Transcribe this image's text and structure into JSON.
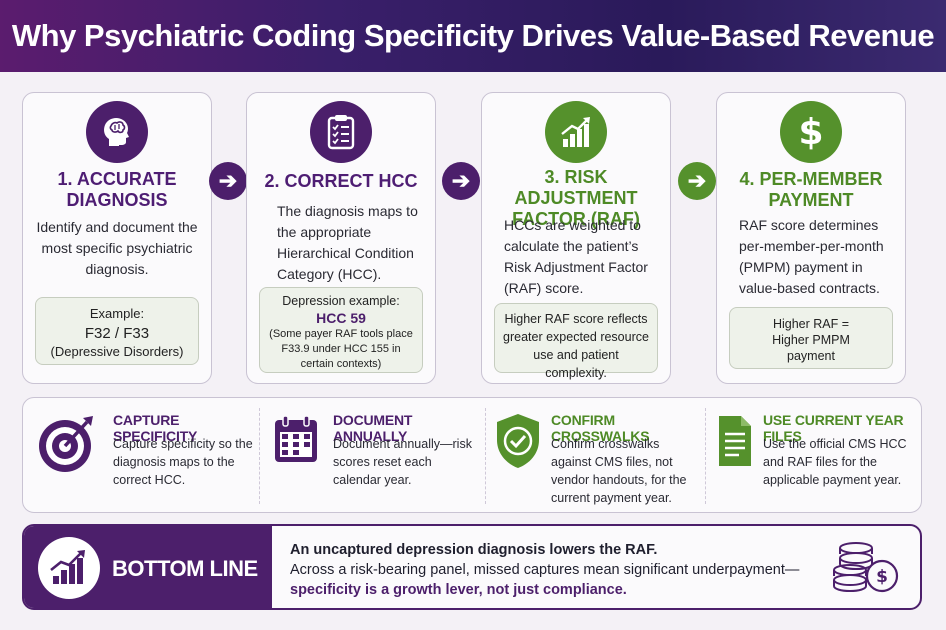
{
  "header": {
    "title": "Why Psychiatric Coding Specificity Drives Value-Based Revenue"
  },
  "steps": [
    {
      "title": "1. ACCURATE DIAGNOSIS",
      "description": "Identify and document the most specific psychiatric diagnosis.",
      "example": {
        "label": "Example:",
        "code": "F32 / F33",
        "note": "(Depressive Disorders)"
      },
      "icon": "head-brain-icon",
      "color": "#4c1f6b"
    },
    {
      "title": "2. CORRECT HCC",
      "description": "The diagnosis maps to the appropriate Hierarchical Condition Category (HCC).",
      "example": {
        "label": "Depression example:",
        "code": "HCC 59",
        "note": "(Some payer RAF tools place F33.9 under HCC 155 in certain contexts)"
      },
      "icon": "clipboard-checklist-icon",
      "color": "#4c1f6b"
    },
    {
      "title": "3. RISK ADJUSTMENT FACTOR (RAF)",
      "description": "HCCs are weighted to calculate the patient’s Risk Adjustment Factor (RAF) score.",
      "example": {
        "note": "Higher RAF score reflects greater expected resource use and patient complexity."
      },
      "icon": "bar-chart-arrow-icon",
      "color": "#55912c"
    },
    {
      "title": "4. PER-MEMBER PAYMENT",
      "description": "RAF score determines per-member-per-month (PMPM) payment in value-based contracts.",
      "example": {
        "note": "Higher RAF = Higher PMPM payment"
      },
      "icon": "dollar-icon",
      "color": "#55912c"
    }
  ],
  "tips": [
    {
      "heading": "CAPTURE SPECIFICITY",
      "text": "Capture specificity so the diagnosis maps to the correct HCC.",
      "icon": "target-icon"
    },
    {
      "heading": "DOCUMENT ANNUALLY",
      "text": "Document annually—risk scores reset each calendar year.",
      "icon": "calendar-icon"
    },
    {
      "heading": "CONFIRM CROSSWALKS",
      "text": "Confirm crosswalks against CMS files, not vendor handouts, for the current payment year.",
      "icon": "shield-check-icon"
    },
    {
      "heading": "USE CURRENT YEAR FILES",
      "text": "Use the official CMS HCC and RAF files for the applicable payment year.",
      "icon": "document-icon"
    }
  ],
  "bottom_line": {
    "label": "BOTTOM LINE",
    "line1": "An uncaptured depression diagnosis lowers the RAF.",
    "line2": "Across a risk-bearing panel, missed captures mean significant underpayment—",
    "line3": "specificity is a growth lever, not just compliance.",
    "icon": "growth-chart-icon"
  },
  "colors": {
    "purple": "#4c1f6b",
    "green": "#55912c"
  }
}
